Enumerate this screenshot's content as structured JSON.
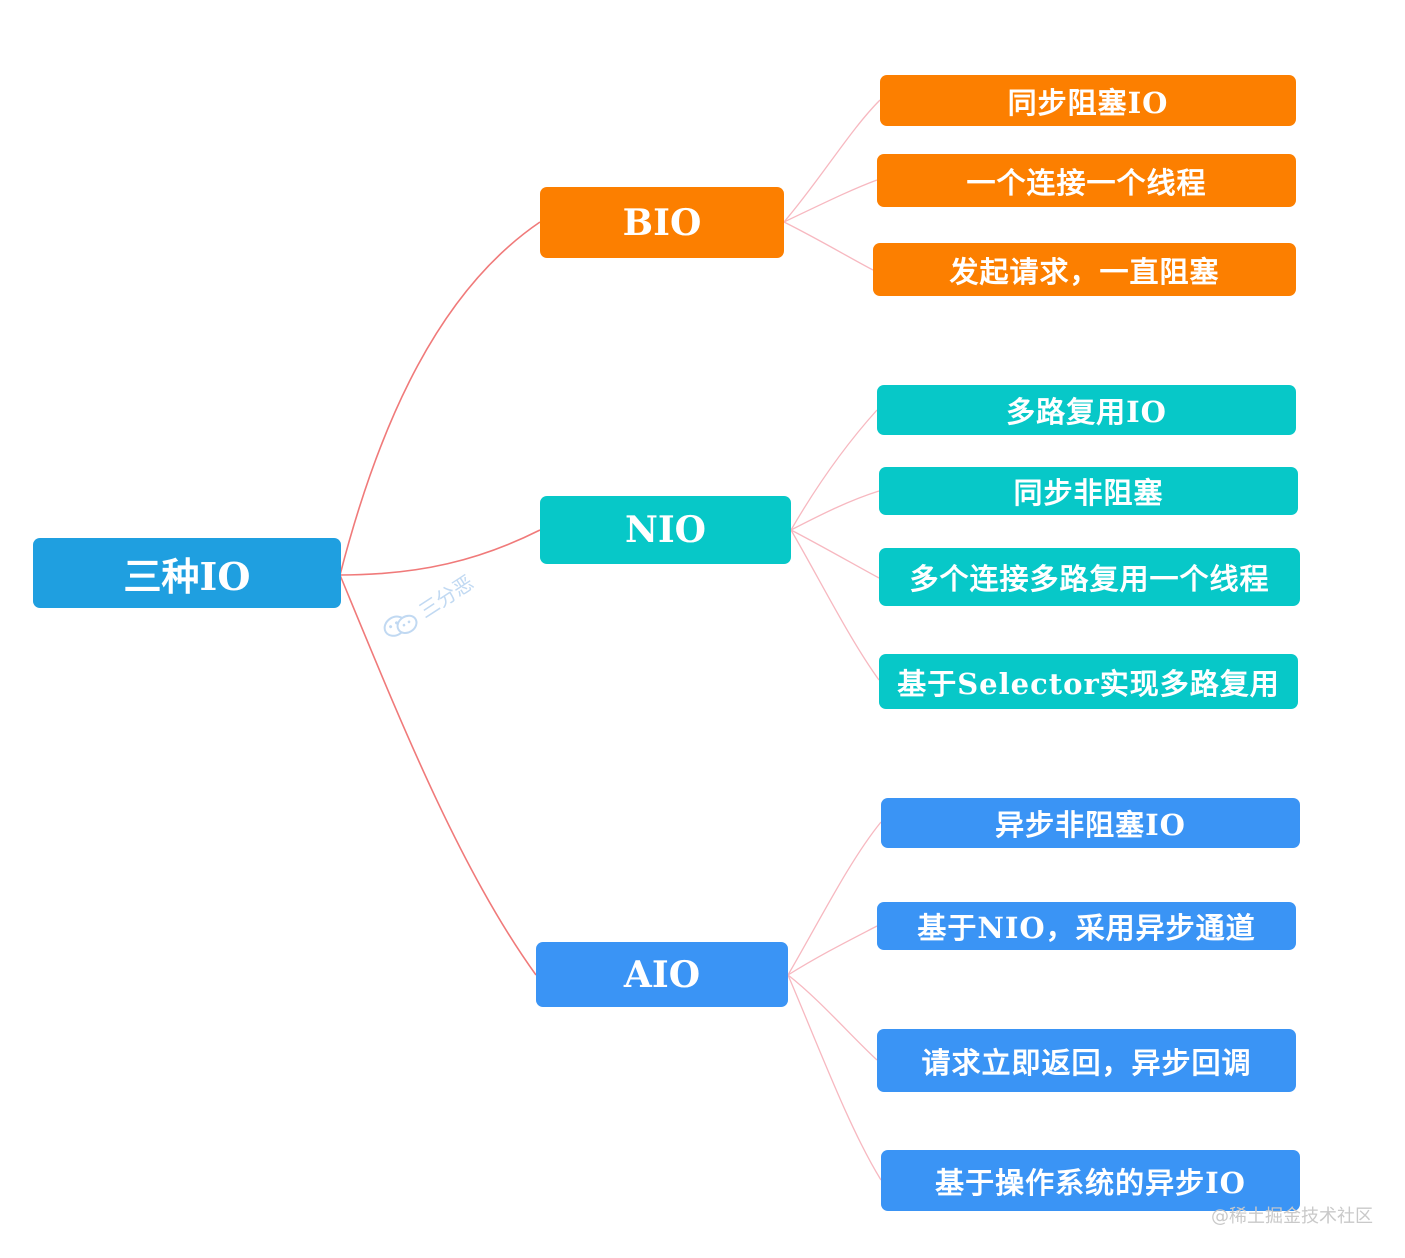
{
  "root": {
    "label": "三种IO"
  },
  "branches": [
    {
      "id": "bio",
      "label": "BIO",
      "color": "#fc7f00",
      "children": [
        "同步阻塞IO",
        "一个连接一个线程",
        "发起请求，一直阻塞"
      ]
    },
    {
      "id": "nio",
      "label": "NIO",
      "color": "#07c8c8",
      "children": [
        "多路复用IO",
        "同步非阻塞",
        "多个连接多路复用一个线程",
        "基于Selector实现多路复用"
      ]
    },
    {
      "id": "aio",
      "label": "AIO",
      "color": "#3a94f5",
      "children": [
        "异步非阻塞IO",
        "基于NIO，采用异步通道",
        "请求立即返回，异步回调",
        "基于操作系统的异步IO"
      ]
    }
  ],
  "watermark": {
    "text": "三分恶",
    "icon": "wechat-icon"
  },
  "footer": {
    "credit": "@稀土掘金技术社区"
  },
  "colors": {
    "root": "#1f9fe0",
    "edge_main": "#f07a7a",
    "edge_leaf": "#f7b8c0"
  }
}
